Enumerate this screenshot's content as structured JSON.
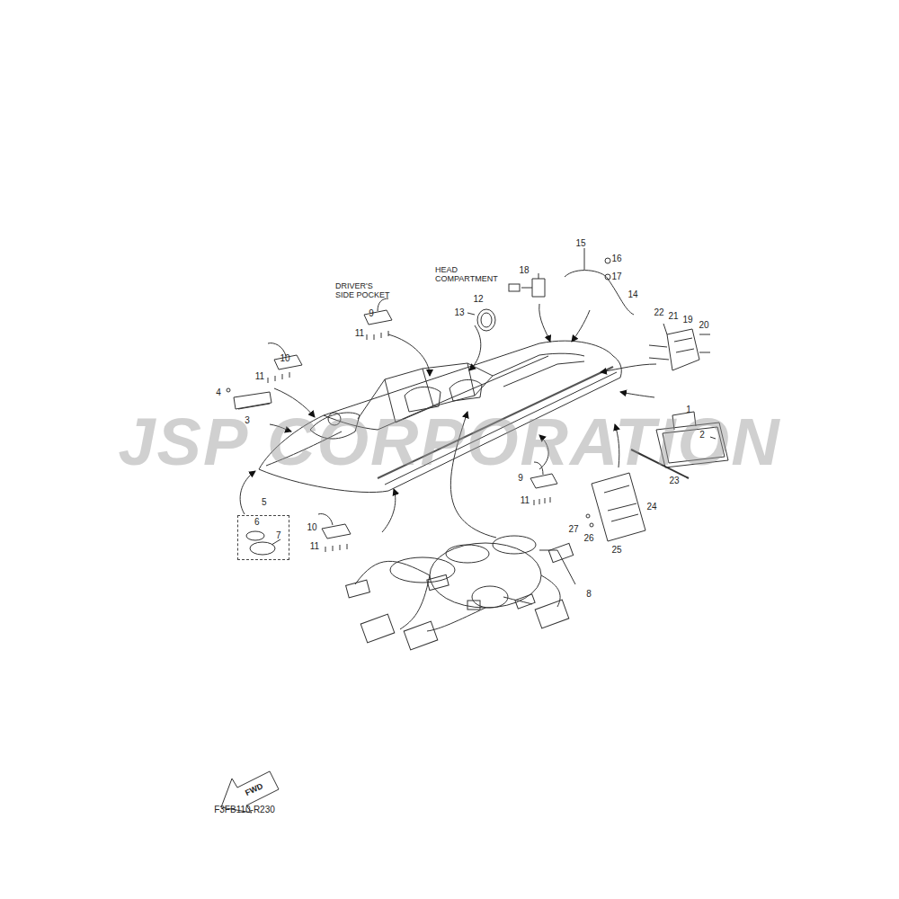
{
  "diagram": {
    "nodes": [
      {
        "text": [
          "5",
          "6",
          "7"
        ]
      }
    ],
    "labels": [
      "JSP CORPORATION",
      "DRIVER'S SIDE POCKET",
      "HEAD COMPARTMENT",
      "15",
      "16",
      "17",
      "18",
      "12",
      "13",
      "14",
      "9",
      "11",
      "22",
      "21",
      "19",
      "20",
      "10",
      "11",
      "4",
      "3",
      "1",
      "2",
      "9",
      "11",
      "23",
      "24",
      "27",
      "26",
      "25",
      "10",
      "11",
      "8",
      "FWD",
      "F3FB110-R230"
    ]
  }
}
